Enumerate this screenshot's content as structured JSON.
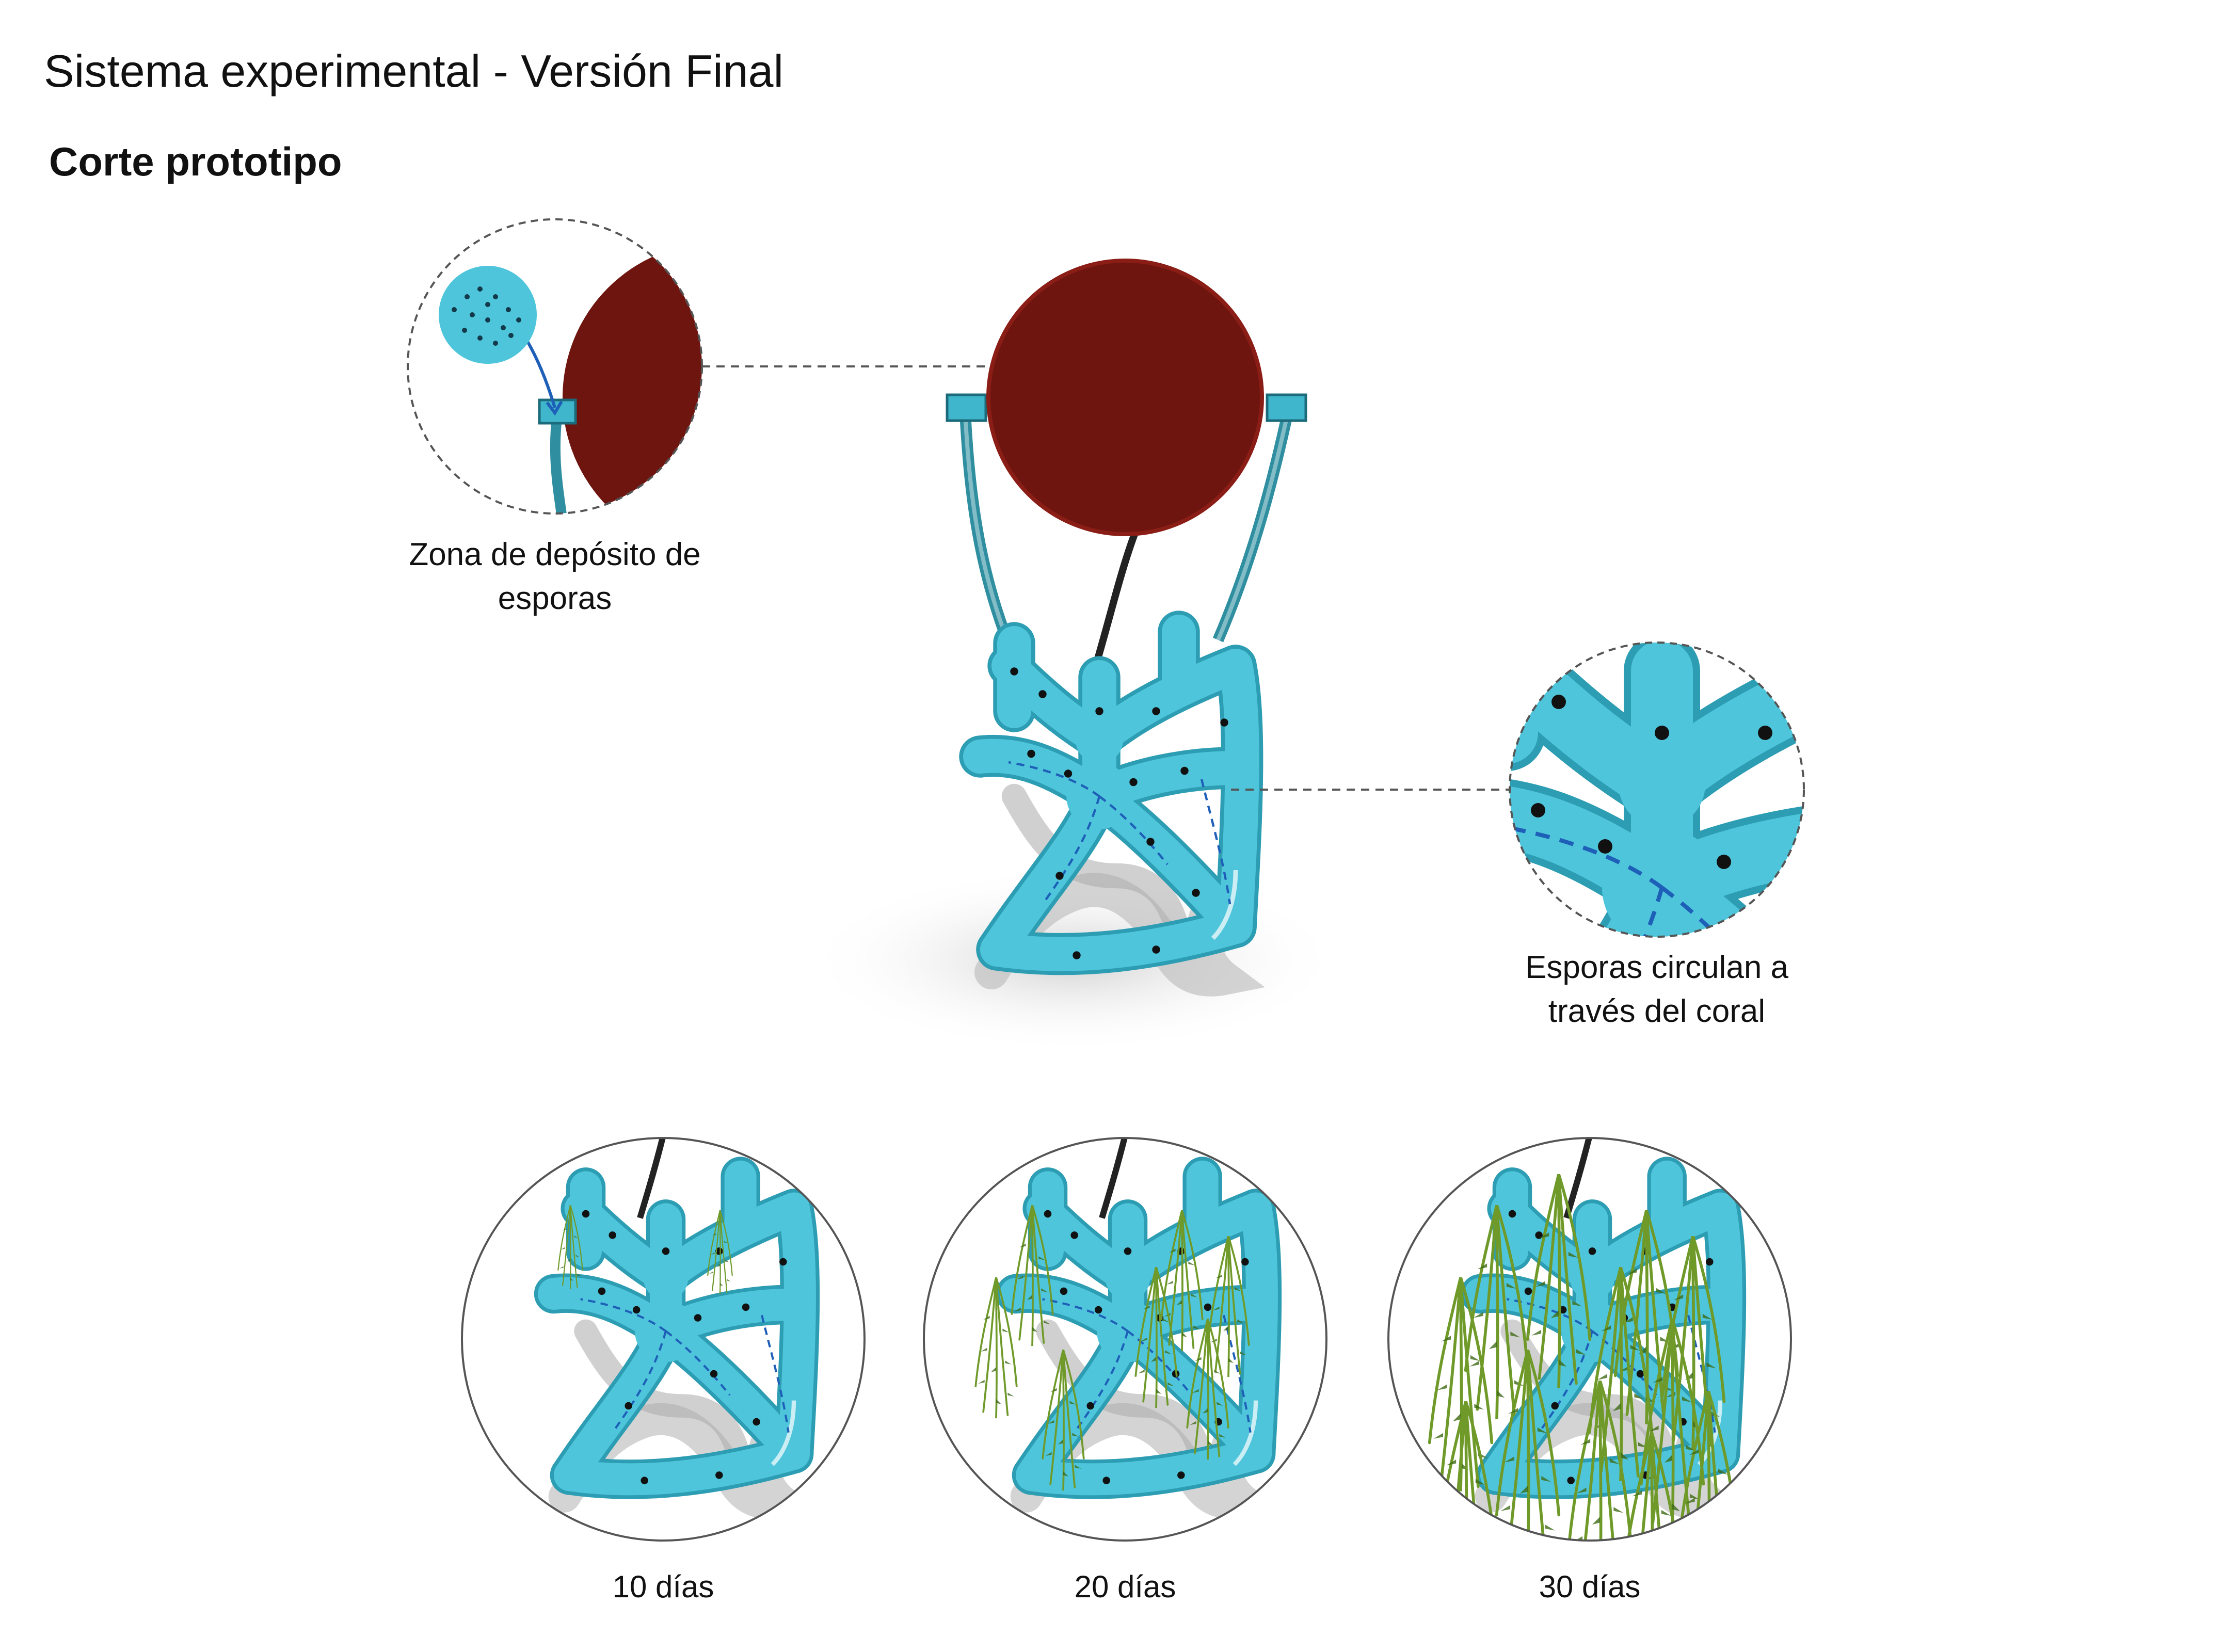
{
  "header": {
    "title": "Sistema experimental - Versión Final",
    "subtitle": "Corte prototipo"
  },
  "callouts": {
    "deposit_line1": "Zona de depósito de",
    "deposit_line2": "esporas",
    "circulation_line1": "Esporas circulan a",
    "circulation_line2": "través del coral"
  },
  "stages": [
    {
      "label": "10 días",
      "growth": 0.2
    },
    {
      "label": "20 días",
      "growth": 0.55
    },
    {
      "label": "30 días",
      "growth": 1.0
    }
  ],
  "colors": {
    "coral": "#4ec5db",
    "coral_edge": "#2c9db2",
    "deposit": "#6e1510",
    "strap": "#2f8fa0",
    "spore_path": "#1e5fb8",
    "algae": "#6f9a2a",
    "algae_dark": "#3f6b16",
    "shadow": "#bdbdbd",
    "frame": "#555555"
  }
}
